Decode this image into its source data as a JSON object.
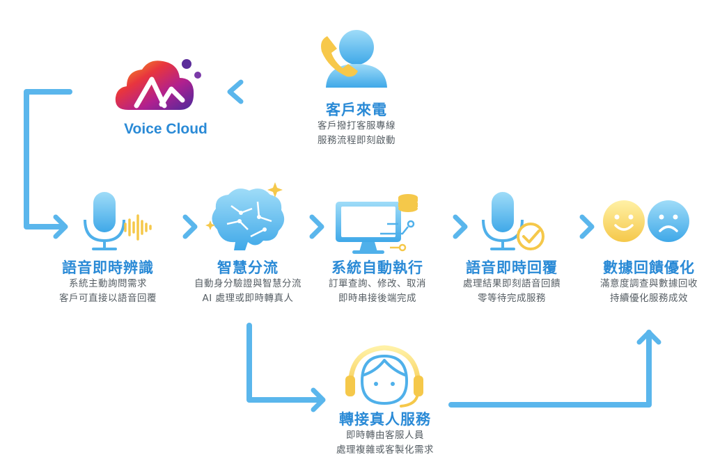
{
  "brand": {
    "name": "Voice Cloud"
  },
  "caller": {
    "title": "客戶來電",
    "lines": [
      "客戶撥打客服專線",
      "服務流程即刻啟動"
    ]
  },
  "steps": [
    {
      "title": "語音即時辨識",
      "lines": [
        "系統主動詢問需求",
        "客戶可直接以語音回覆"
      ]
    },
    {
      "title": "智慧分流",
      "lines": [
        "自動身分驗證與智慧分流",
        "AI 處理或即時轉真人"
      ]
    },
    {
      "title": "系統自動執行",
      "lines": [
        "訂單查詢、修改、取消",
        "即時串接後端完成"
      ]
    },
    {
      "title": "語音即時回覆",
      "lines": [
        "處理結果即刻語音回饋",
        "零等待完成服務"
      ]
    },
    {
      "title": "數據回饋優化",
      "lines": [
        "滿意度調查與數據回收",
        "持續優化服務成效"
      ]
    }
  ],
  "human": {
    "title": "轉接真人服務",
    "lines": [
      "即時轉由客服人員",
      "處理複雜或客製化需求"
    ]
  },
  "icons": {
    "caller": "caller-phone-icon",
    "brand": "voice-cloud-logo",
    "step1": "microphone-soundwave-icon",
    "step2": "brain-circuit-icon",
    "step3": "monitor-database-icon",
    "step4": "microphone-check-icon",
    "step5": "satisfaction-faces-icon",
    "human": "headset-agent-icon"
  },
  "colors": {
    "accent": "#2a8ad6",
    "arrow": "#6cc0ee",
    "icon_blue": "#6ec4f0",
    "icon_yellow": "#f7d36b",
    "text": "#555d63"
  }
}
